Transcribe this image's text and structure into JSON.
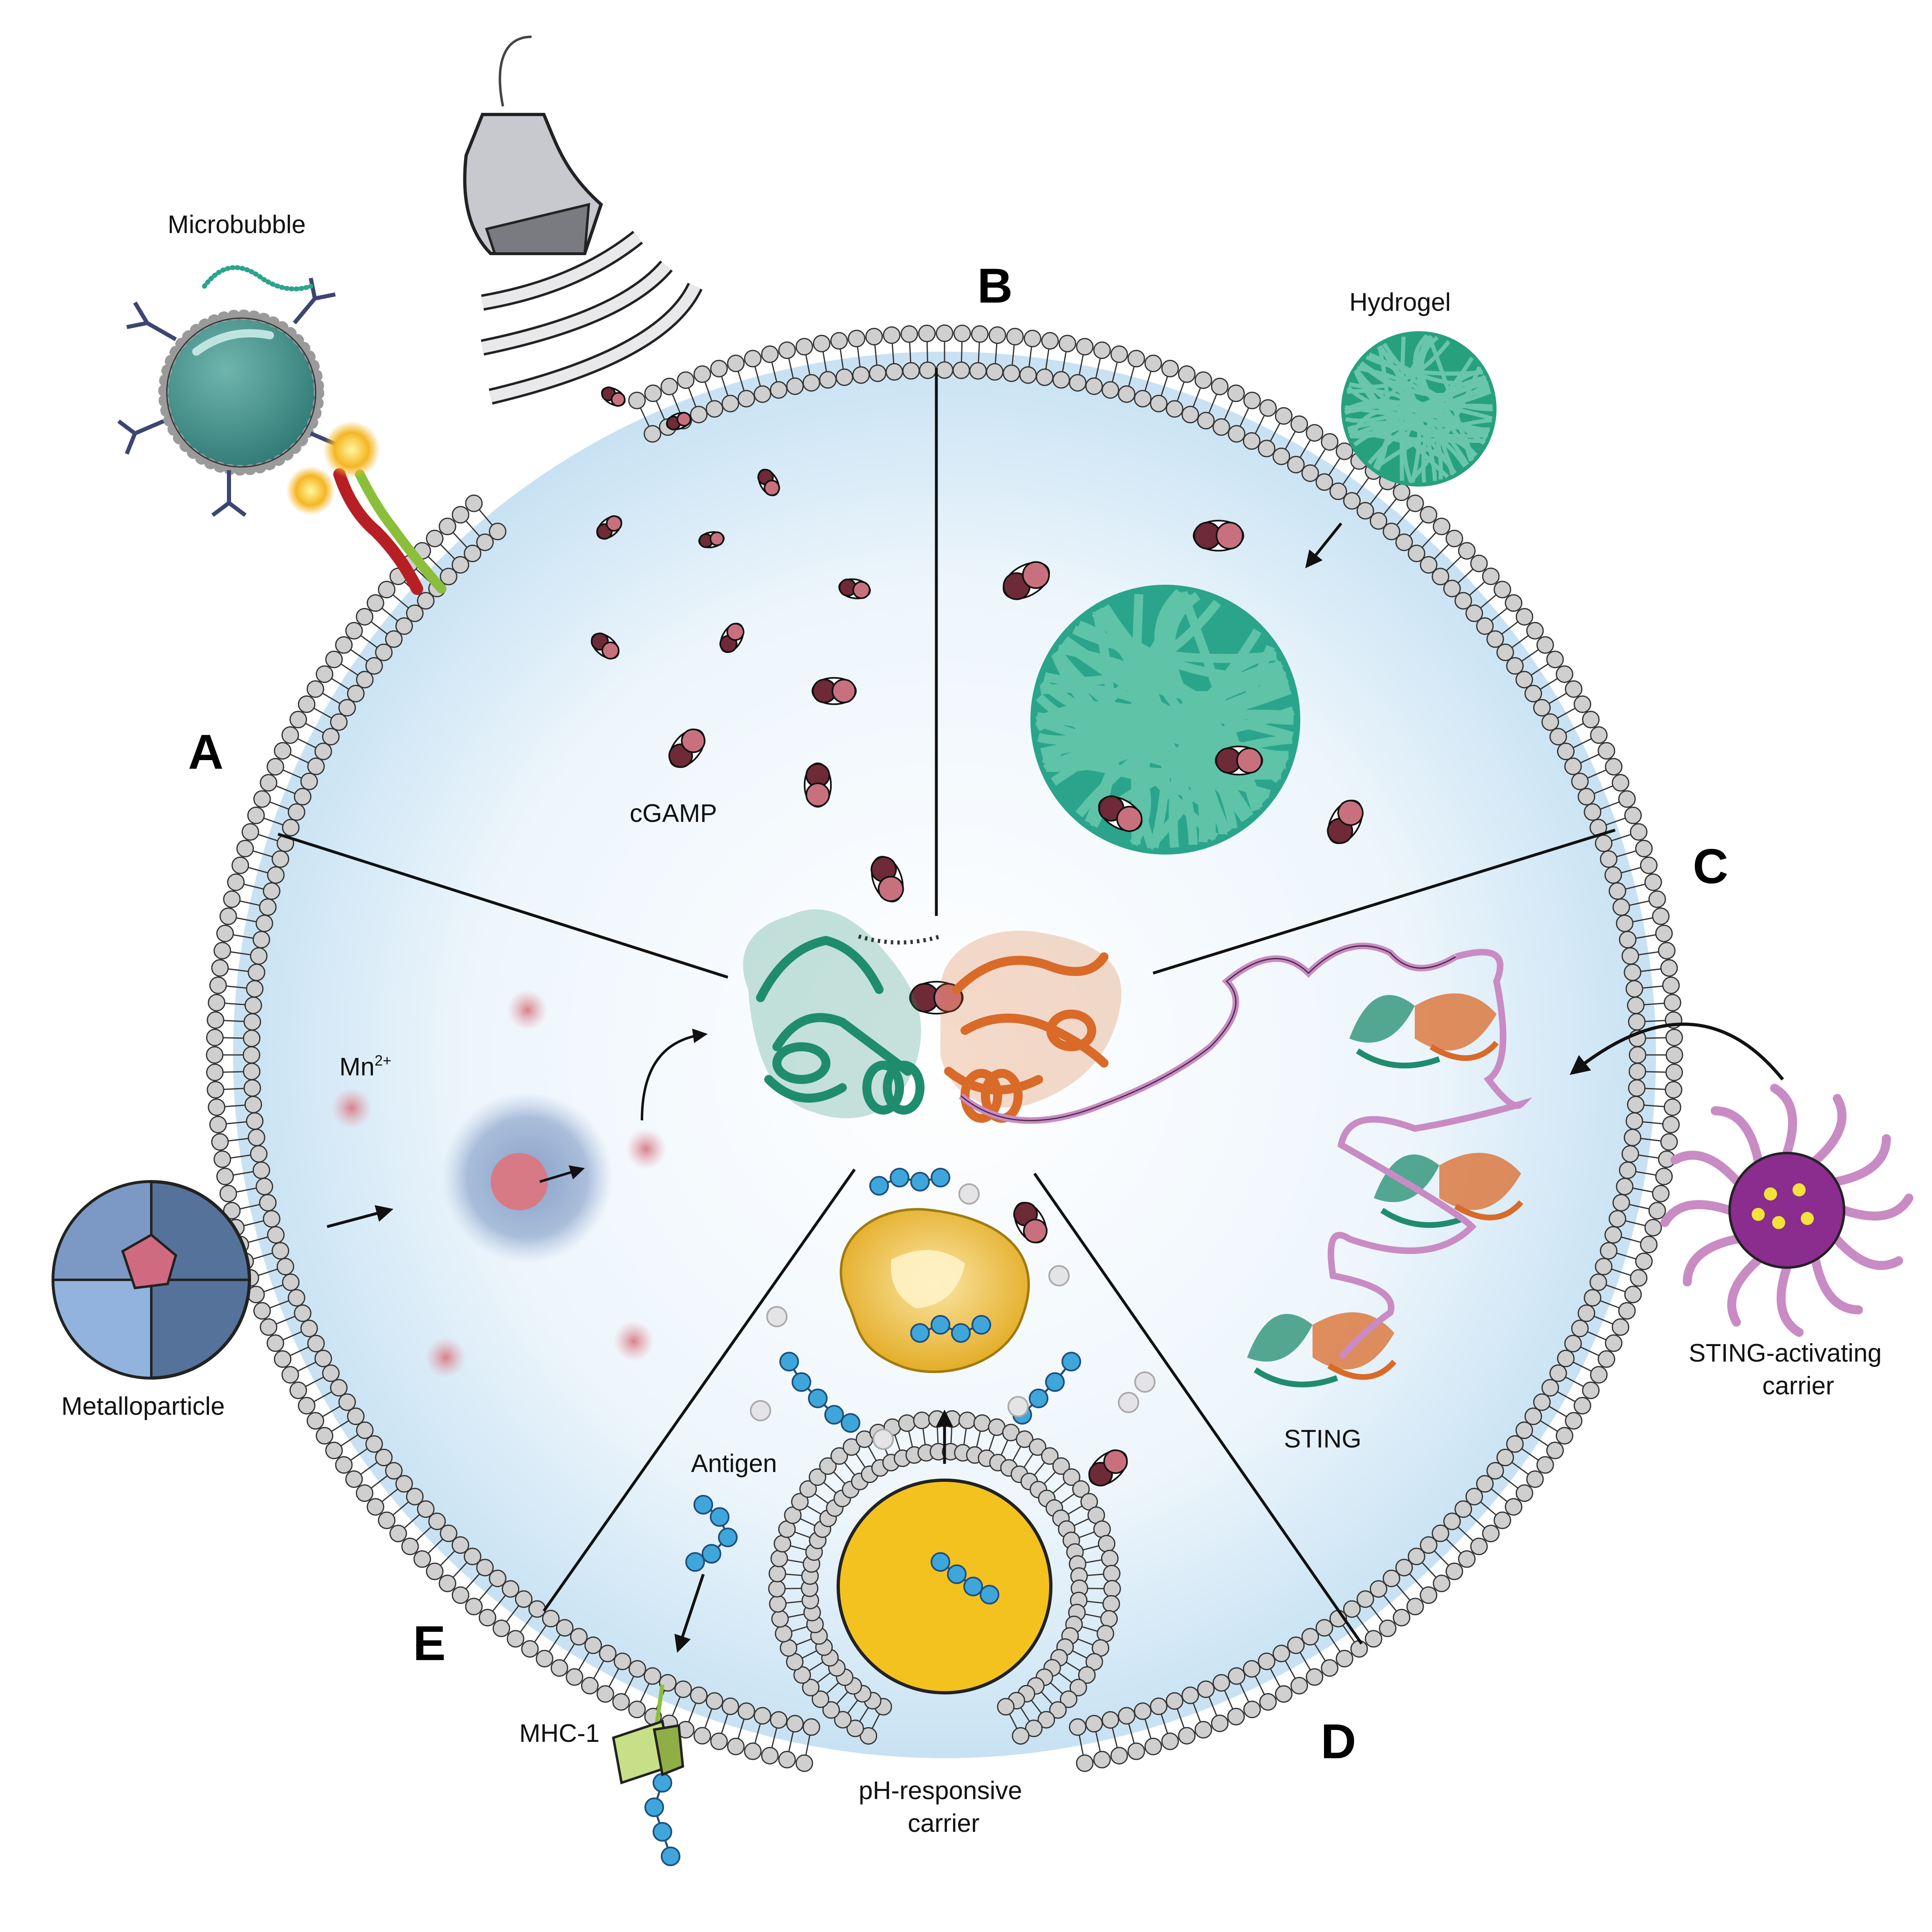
{
  "panel_letters": {
    "a": "A",
    "b": "B",
    "c": "C",
    "d": "D",
    "e": "E"
  },
  "labels": {
    "microbubble": "Microbubble",
    "hydrogel": "Hydrogel",
    "cgamp": "cGAMP",
    "mn_base": "Mn",
    "mn_sup": "2+",
    "metalloparticle": "Metalloparticle",
    "sting": "STING",
    "sting_carrier_line1": "STING-activating",
    "sting_carrier_line2": "carrier",
    "antigen": "Antigen",
    "mhc": "MHC-1",
    "ph_carrier_line1": "pH-responsive",
    "ph_carrier_line2": "carrier"
  },
  "colors": {
    "cell_fill": "#cfe6f5",
    "membrane_head": "#cfcfcf",
    "cgamp_light": "#c9707f",
    "cgamp_dark": "#6e2a36",
    "sting_green": "#1f8c6e",
    "sting_orange": "#d96a28",
    "linker_pink": "#c98bc4",
    "hydrogel": "#2aa58b",
    "ph_carrier": "#f3c21f",
    "antigen_blue": "#3fa6dc",
    "sting_carrier_core": "#8b2c8f",
    "metalloparticle": "#5a7aa3",
    "mhc": "#a9c560"
  }
}
